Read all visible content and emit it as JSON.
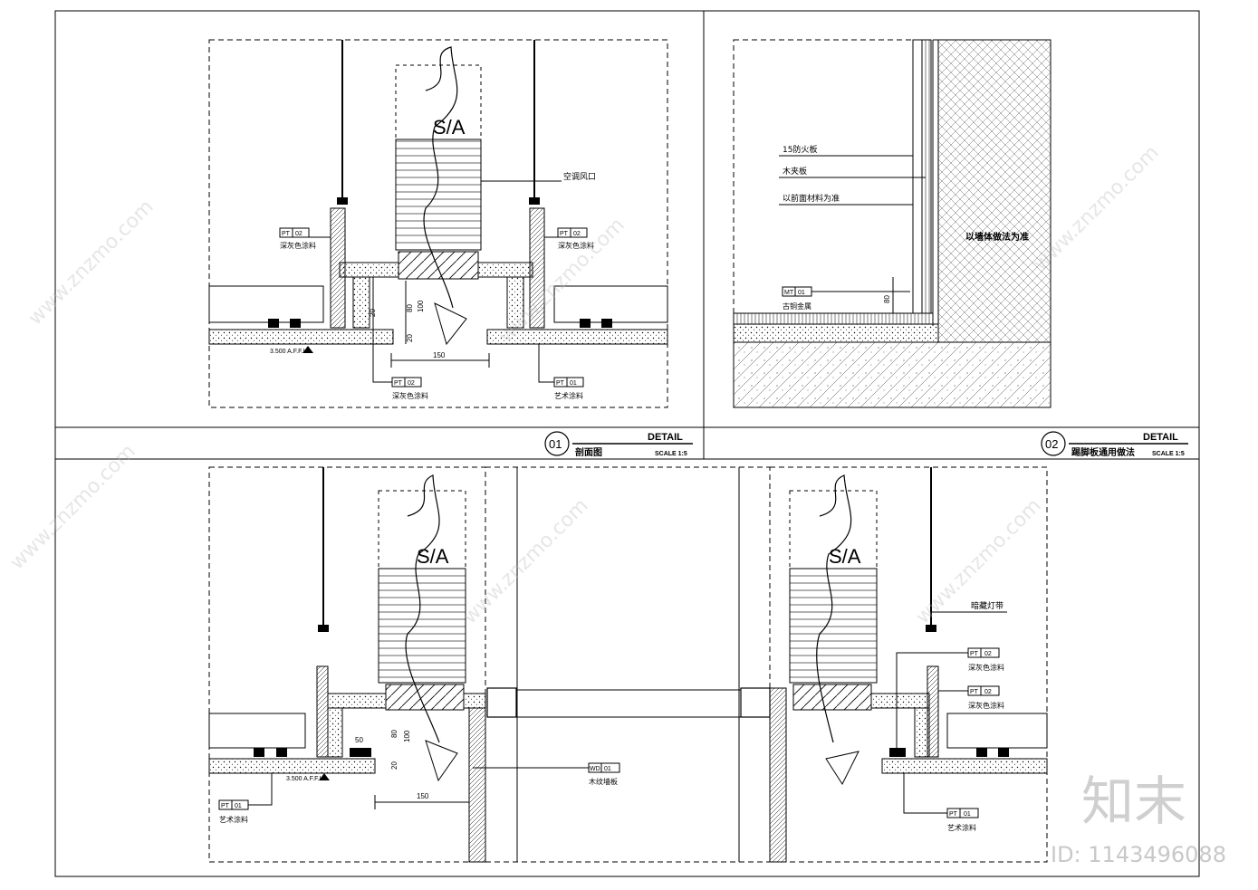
{
  "detail_01": {
    "number": "01",
    "tag": "DETAIL",
    "title": "剖面图",
    "scale": "SCALE 1:5",
    "supply_air": "S/A",
    "air_vent_label": "空调风口",
    "tag_pt02": "PT",
    "tag_pt02_num": "02",
    "tag_pt01": "PT",
    "tag_pt01_num": "01",
    "dark_grey_paint": "深灰色涂料",
    "art_paint": "艺术涂料",
    "level": "3.500 A.F.F.L",
    "dims": [
      "20",
      "80",
      "100",
      "20",
      "150"
    ]
  },
  "detail_02": {
    "number": "02",
    "tag": "DETAIL",
    "title": "踢脚板通用做法",
    "scale": "SCALE 1:5",
    "fireboard": "15防火板",
    "plywood": "木夹板",
    "face_material": "以前面材料为准",
    "wall_note": "以墙体做法为准",
    "mt_tag": "MT",
    "mt_num": "01",
    "bronze": "古铜金属",
    "dim_80": "80"
  },
  "detail_03": {
    "supply_air": "S/A",
    "dims": [
      "50",
      "80",
      "100",
      "20",
      "150"
    ],
    "level": "3.500 A.F.F.L",
    "tag_pt01": "PT",
    "tag_pt01_num": "01",
    "art_paint": "艺术涂料",
    "wd_tag": "WD",
    "wd_num": "01",
    "wood_panel": "木纹墙板"
  },
  "detail_04": {
    "supply_air": "S/A",
    "hidden_light": "暗藏灯带",
    "tag_pt02a": "PT",
    "tag_pt02a_num": "02",
    "tag_pt02b": "PT",
    "tag_pt02b_num": "02",
    "dark_grey_paint_a": "深灰色涂料",
    "dark_grey_paint_b": "深灰色涂料",
    "tag_pt01": "PT",
    "tag_pt01_num": "01",
    "art_paint": "艺术涂料"
  },
  "watermark": {
    "brand": "知末",
    "id_text": "ID: 1143496088",
    "site": "www.znzmo.com"
  }
}
